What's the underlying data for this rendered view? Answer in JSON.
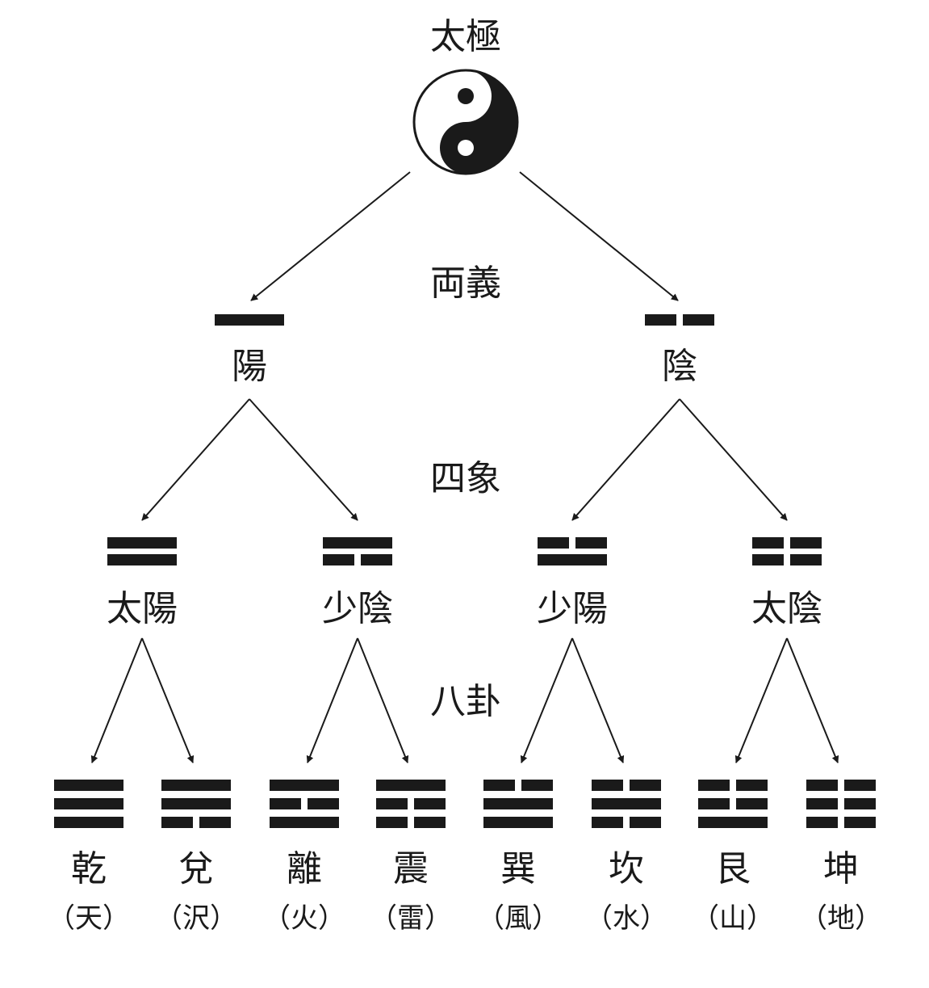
{
  "colors": {
    "ink": "#1a1a1a",
    "paper": "#ffffff"
  },
  "stages": {
    "taiji": "太極",
    "liangyi": "両義",
    "sixiang": "四象",
    "bagua": "八卦"
  },
  "taiji_symbol": {
    "icon": "yin-yang-icon"
  },
  "liangyi": [
    {
      "id": "yang",
      "label": "陽",
      "lines": [
        1
      ]
    },
    {
      "id": "yin",
      "label": "陰",
      "lines": [
        0
      ]
    }
  ],
  "sixiang": [
    {
      "id": "taiyang",
      "label": "太陽",
      "lines": [
        1,
        1
      ]
    },
    {
      "id": "shaoyin",
      "label": "少陰",
      "lines": [
        0,
        1
      ]
    },
    {
      "id": "shaoyang",
      "label": "少陽",
      "lines": [
        1,
        0
      ]
    },
    {
      "id": "taiyin",
      "label": "太陰",
      "lines": [
        0,
        0
      ]
    }
  ],
  "bagua": [
    {
      "id": "qian",
      "label": "乾",
      "sub": "（天）",
      "lines": [
        1,
        1,
        1
      ]
    },
    {
      "id": "dui",
      "label": "兌",
      "sub": "（沢）",
      "lines": [
        0,
        1,
        1
      ]
    },
    {
      "id": "li",
      "label": "離",
      "sub": "（火）",
      "lines": [
        1,
        0,
        1
      ]
    },
    {
      "id": "zhen",
      "label": "震",
      "sub": "（雷）",
      "lines": [
        0,
        0,
        1
      ]
    },
    {
      "id": "xun",
      "label": "巽",
      "sub": "（風）",
      "lines": [
        1,
        1,
        0
      ]
    },
    {
      "id": "kan",
      "label": "坎",
      "sub": "（水）",
      "lines": [
        0,
        1,
        0
      ]
    },
    {
      "id": "gen",
      "label": "艮",
      "sub": "（山）",
      "lines": [
        1,
        0,
        0
      ]
    },
    {
      "id": "kun",
      "label": "坤",
      "sub": "（地）",
      "lines": [
        0,
        0,
        0
      ]
    }
  ]
}
